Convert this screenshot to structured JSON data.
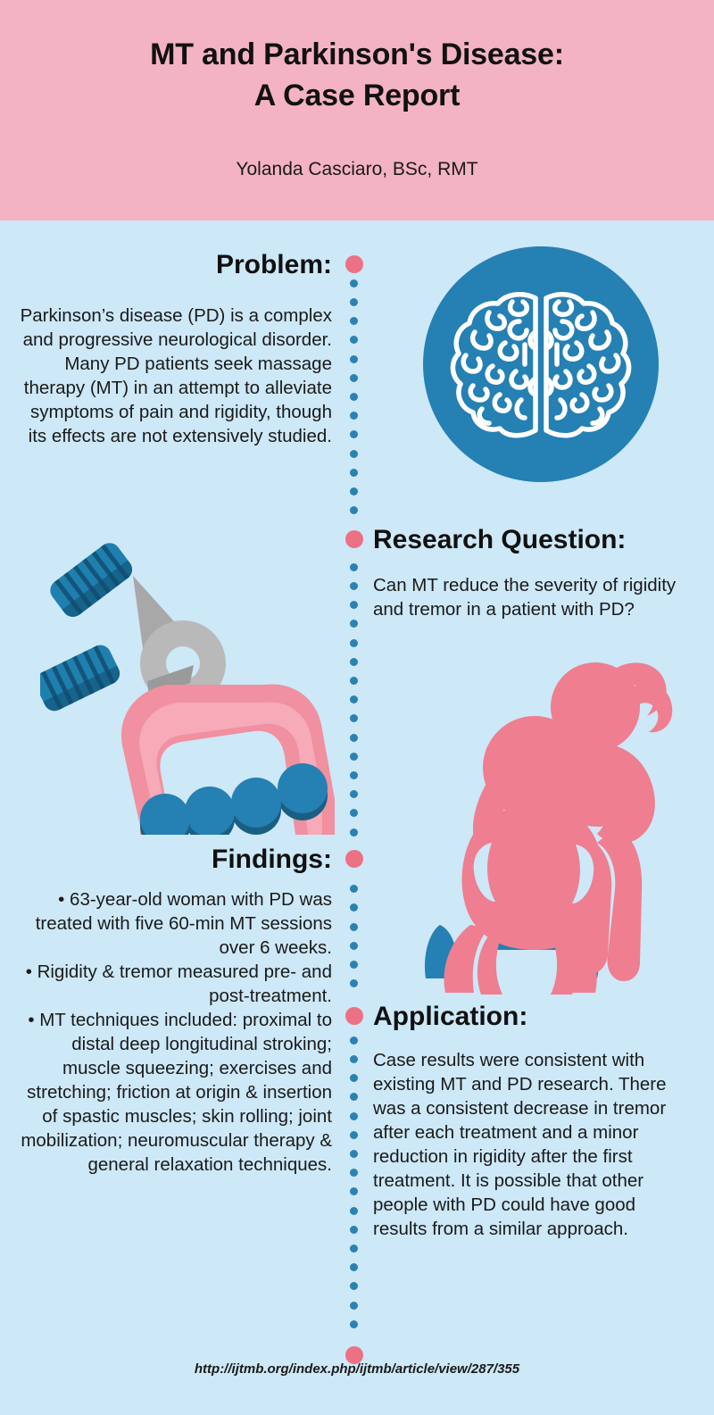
{
  "header": {
    "title_line1": "MT and Parkinson's Disease:",
    "title_line2": "A Case Report",
    "author": "Yolanda Casciaro, BSc, RMT",
    "bg_color": "#f4b3c2"
  },
  "theme": {
    "page_bg": "#cde8f7",
    "accent_pink": "#ec7184",
    "accent_blue": "#2a82b4",
    "circle_blue": "#2580b3",
    "text_color": "#1a1a1a"
  },
  "sections": {
    "problem": {
      "heading": "Problem:",
      "body": "Parkinson’s disease (PD) is a complex and progressive neurological disorder. Many PD patients seek massage therapy (MT) in an attempt to alleviate symptoms of pain and rigidity, though its effects are not extensively studied."
    },
    "research_question": {
      "heading": "Research Question:",
      "body": "Can MT reduce the severity of rigidity and tremor in a patient with PD?"
    },
    "findings": {
      "heading": "Findings:",
      "bullet1": "• 63-year-old woman with PD was treated with five 60-min MT sessions over 6 weeks.",
      "bullet2": "• Rigidity & tremor measured pre- and post-treatment.",
      "bullet3": "• MT techniques included: proximal to distal deep longitudinal stroking; muscle squeezing; exercises and stretching; friction at origin & insertion of spastic muscles; skin rolling; joint mobilization; neuromuscular therapy & general relaxation techniques."
    },
    "application": {
      "heading": "Application:",
      "body": "Case results were consistent with existing MT and PD research. There was a consistent decrease in tremor after each treatment and a minor reduction in rigidity after the first treatment. It is possible that other people with PD could have good results from a similar approach."
    }
  },
  "illustrations": {
    "brain": "brain-icon",
    "tools": "massage-tools-icon",
    "massage": "massage-therapy-icon"
  },
  "footer": {
    "url": "http://ijtmb.org/index.php/ijtmb/article/view/287/355"
  }
}
